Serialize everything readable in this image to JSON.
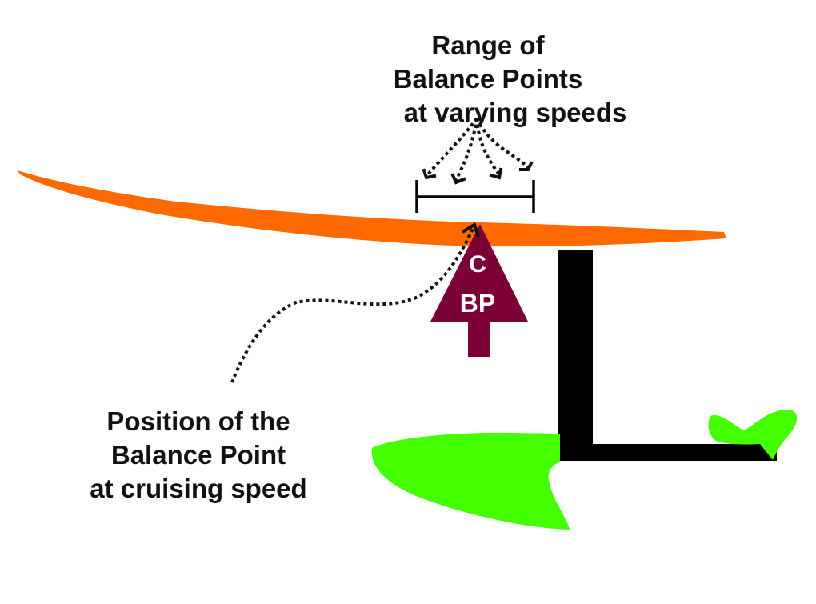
{
  "range_label": {
    "line1": "Range of",
    "line2": "Balance Points",
    "line3": "at varying speeds"
  },
  "position_label": {
    "line1": "Position of the",
    "line2": "Balance Point",
    "line3": "at cruising speed"
  },
  "marker": {
    "line1": "C",
    "line2": "BP"
  },
  "colors": {
    "board": "#ff6a00",
    "mast": "#000000",
    "wing": "#44ff00",
    "marker": "#7a0035",
    "text": "#111111"
  }
}
